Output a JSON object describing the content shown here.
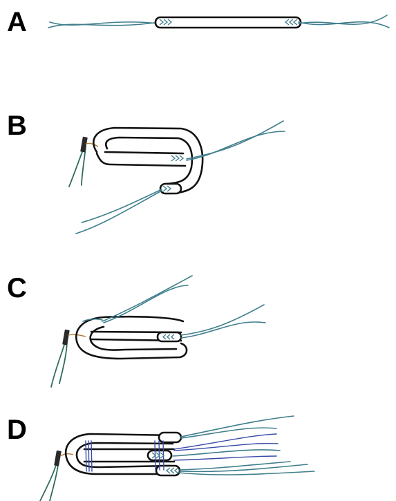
{
  "panels": [
    {
      "id": "A",
      "label": "A"
    },
    {
      "id": "B",
      "label": "B"
    },
    {
      "id": "C",
      "label": "C"
    },
    {
      "id": "D",
      "label": "D"
    }
  ]
}
